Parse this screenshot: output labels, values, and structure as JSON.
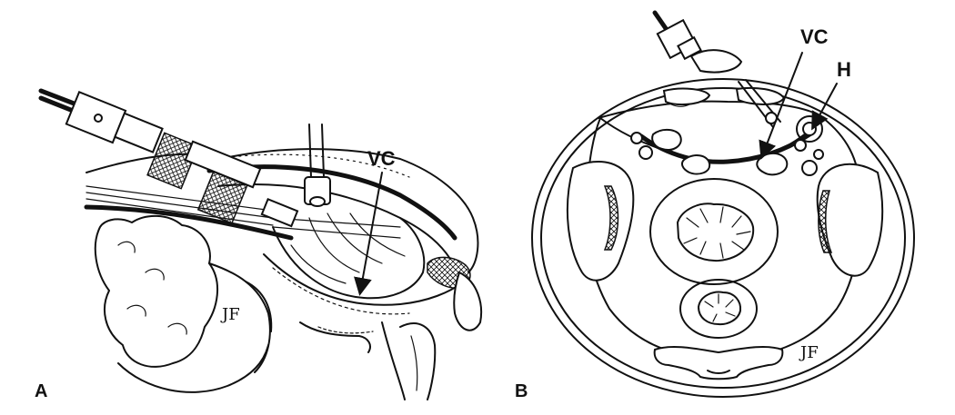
{
  "panel_a": {
    "panel_label": "A",
    "vc_label": "VC",
    "signature": "JF"
  },
  "panel_b": {
    "panel_label": "B",
    "vc_label": "VC",
    "h_label": "H",
    "signature": "JF"
  }
}
